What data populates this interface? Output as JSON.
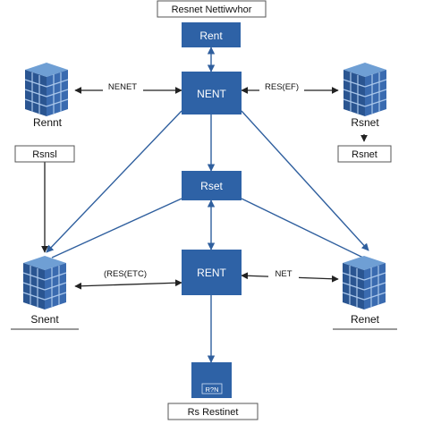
{
  "title": "Resnet Nettiwvhor",
  "footer": "Rs Restinet",
  "colors": {
    "box_fill": "#2e62a6",
    "box_text": "#ffffff",
    "line": "#2f5f9e",
    "arrow_black": "#222222",
    "server_dark": "#2a5591",
    "server_light": "#6f9fd4"
  },
  "nodes": {
    "top": "Rent",
    "hub": "NENT",
    "middle": "Rset",
    "lower": "RENT",
    "bottom_icon": "R?N"
  },
  "edge_labels": {
    "hub_left": "NENET",
    "hub_right": "RES(EF)",
    "lower_left": "(RES(ETC)",
    "lower_right": "NET"
  },
  "servers": {
    "top_left": "Rennt",
    "top_right": "Rsnet",
    "bottom_left": "Snent",
    "bottom_right": "Renet"
  },
  "side_boxes": {
    "left": "Rsnsl",
    "right": "Rsnet"
  }
}
